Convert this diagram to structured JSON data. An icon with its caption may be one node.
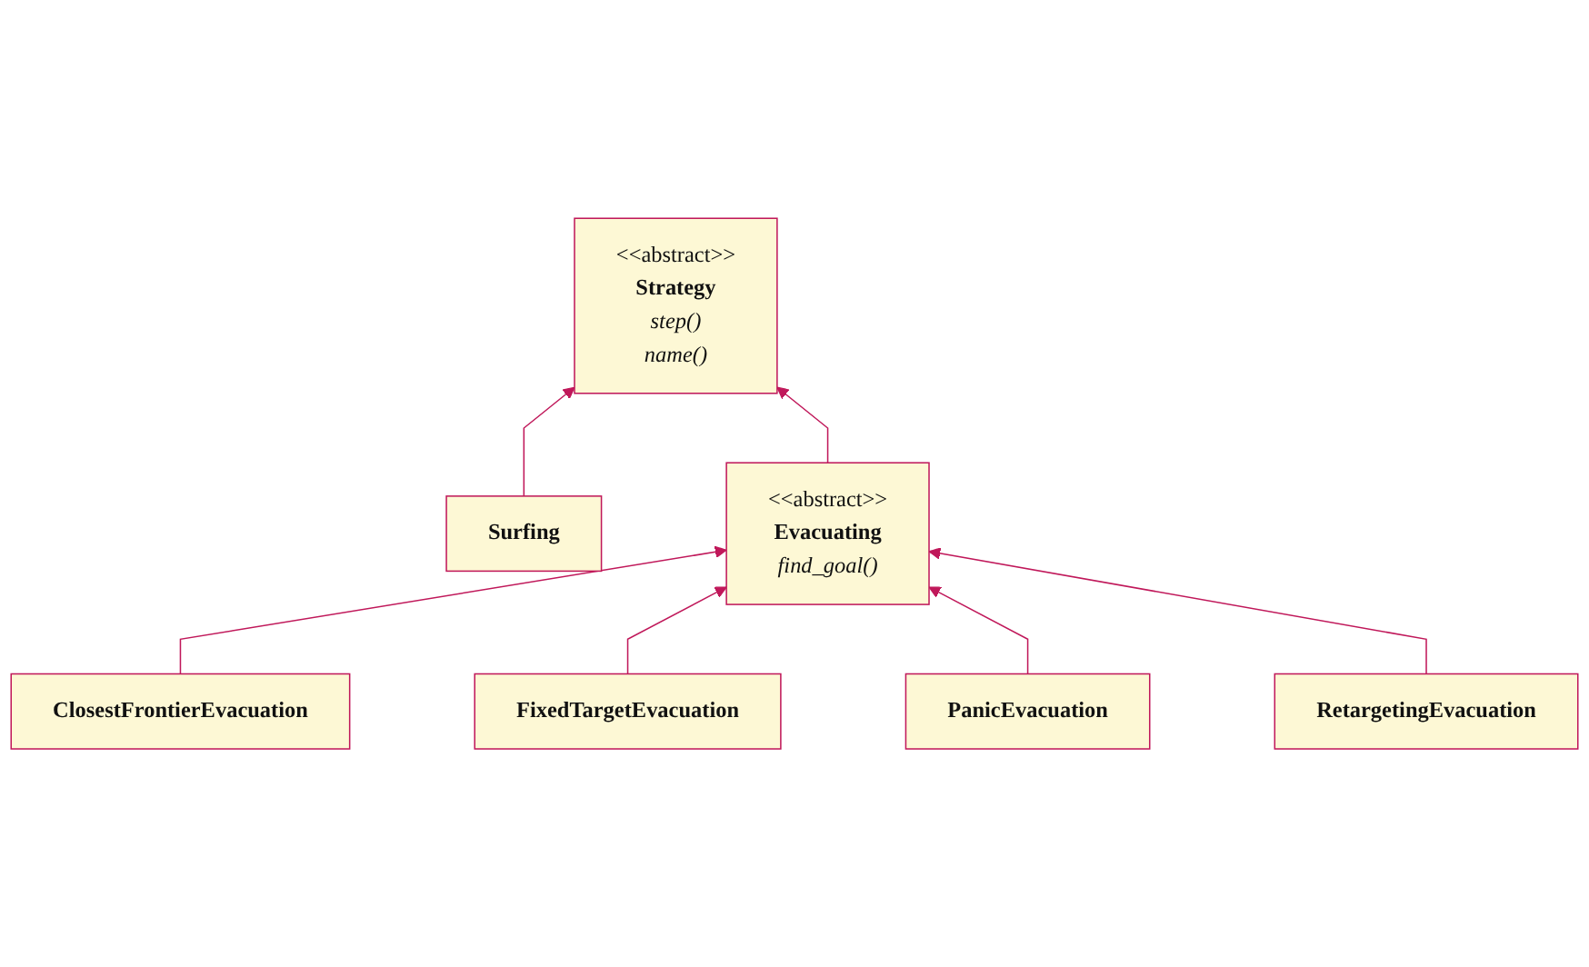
{
  "diagram": {
    "nodes": [
      {
        "text": [
          "<<abstract>>",
          "Strategy",
          "step()",
          "name()"
        ]
      },
      {
        "text": [
          "Surfing"
        ]
      },
      {
        "text": [
          "<<abstract>>",
          "Evacuating",
          "find_goal()"
        ]
      },
      {
        "text": [
          "ClosestFrontierEvacuation"
        ]
      },
      {
        "text": [
          "FixedTargetEvacuation"
        ]
      },
      {
        "text": [
          "PanicEvacuation"
        ]
      },
      {
        "text": [
          "RetargetingEvacuation"
        ]
      }
    ],
    "edges": [
      {
        "from": 1,
        "to": 0,
        "arrow": "to"
      },
      {
        "from": 2,
        "to": 0,
        "arrow": "to"
      },
      {
        "from": 3,
        "to": 2,
        "arrow": "to"
      },
      {
        "from": 4,
        "to": 2,
        "arrow": "to"
      },
      {
        "from": 5,
        "to": 2,
        "arrow": "to"
      },
      {
        "from": 6,
        "to": 2,
        "arrow": "to"
      }
    ]
  }
}
